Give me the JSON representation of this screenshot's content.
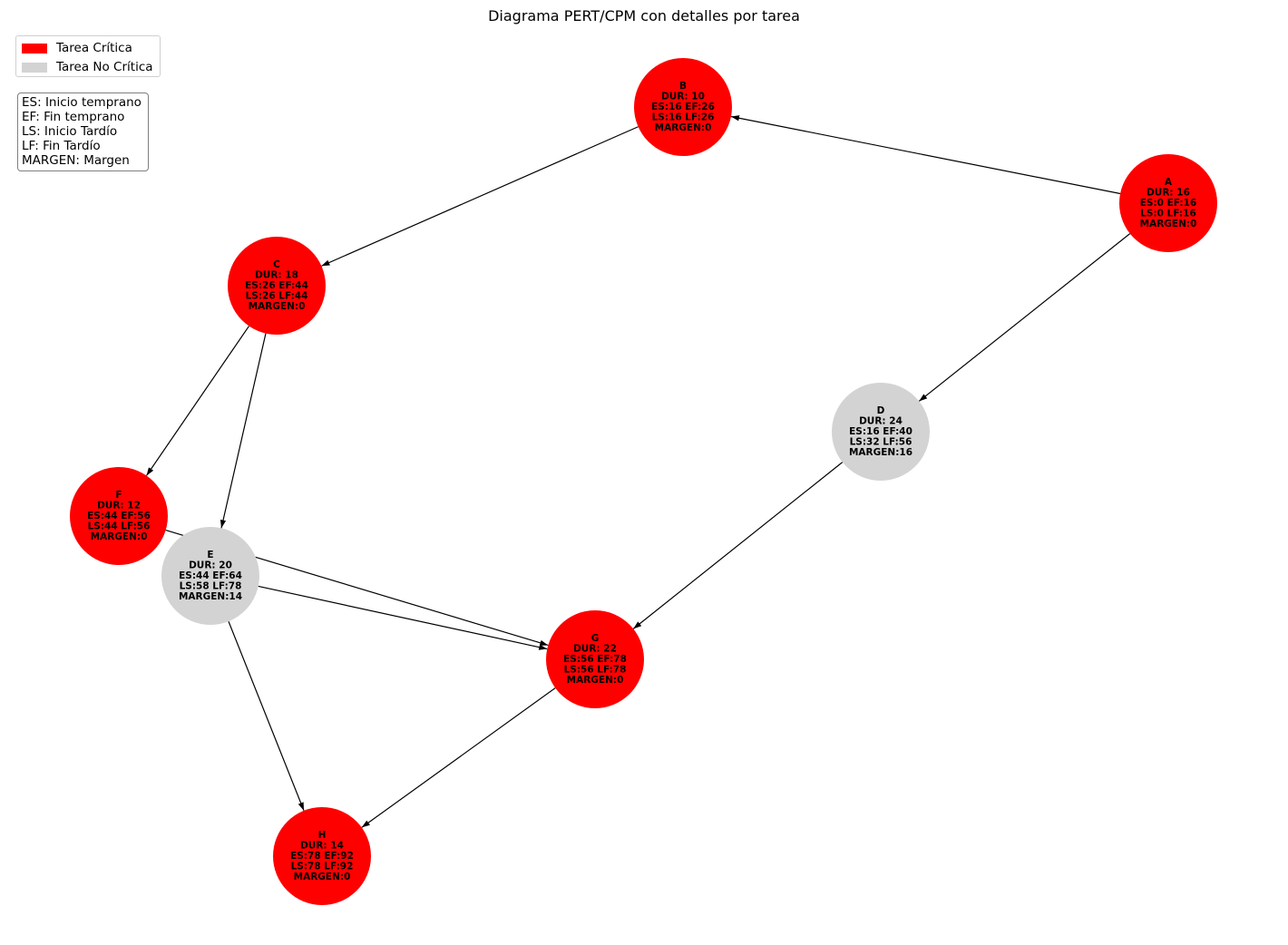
{
  "title": "Diagrama PERT/CPM con detalles por tarea",
  "legend": {
    "items": [
      {
        "label": "Tarea Crítica",
        "color": "#ff0000"
      },
      {
        "label": "Tarea No Crítica",
        "color": "#d3d3d3"
      }
    ]
  },
  "abbreviations": [
    "ES: Inicio temprano",
    "EF: Fin temprano",
    "LS: Inicio Tardío",
    "LF: Fin Tardío",
    "MARGEN: Margen"
  ],
  "colors": {
    "critical": "#ff0000",
    "noncritical": "#d3d3d3",
    "edge": "#000000"
  },
  "nodes": [
    {
      "id": "A",
      "critical": true,
      "lines": [
        "A",
        "DUR: 16",
        "ES:0 EF:16",
        "LS:0 LF:16",
        "MARGEN:0"
      ]
    },
    {
      "id": "B",
      "critical": true,
      "lines": [
        "B",
        "DUR: 10",
        "ES:16 EF:26",
        "LS:16 LF:26",
        "MARGEN:0"
      ]
    },
    {
      "id": "C",
      "critical": true,
      "lines": [
        "C",
        "DUR: 18",
        "ES:26 EF:44",
        "LS:26 LF:44",
        "MARGEN:0"
      ]
    },
    {
      "id": "D",
      "critical": false,
      "lines": [
        "D",
        "DUR: 24",
        "ES:16 EF:40",
        "LS:32 LF:56",
        "MARGEN:16"
      ]
    },
    {
      "id": "E",
      "critical": false,
      "lines": [
        "E",
        "DUR: 20",
        "ES:44 EF:64",
        "LS:58 LF:78",
        "MARGEN:14"
      ]
    },
    {
      "id": "F",
      "critical": true,
      "lines": [
        "F",
        "DUR: 12",
        "ES:44 EF:56",
        "LS:44 LF:56",
        "MARGEN:0"
      ]
    },
    {
      "id": "G",
      "critical": true,
      "lines": [
        "G",
        "DUR: 22",
        "ES:56 EF:78",
        "LS:56 LF:78",
        "MARGEN:0"
      ]
    },
    {
      "id": "H",
      "critical": true,
      "lines": [
        "H",
        "DUR: 14",
        "ES:78 EF:92",
        "LS:78 LF:92",
        "MARGEN:0"
      ]
    }
  ],
  "edges": [
    {
      "from": "A",
      "to": "B"
    },
    {
      "from": "A",
      "to": "D"
    },
    {
      "from": "B",
      "to": "C"
    },
    {
      "from": "C",
      "to": "F"
    },
    {
      "from": "C",
      "to": "E"
    },
    {
      "from": "F",
      "to": "G"
    },
    {
      "from": "E",
      "to": "G"
    },
    {
      "from": "E",
      "to": "H"
    },
    {
      "from": "D",
      "to": "G"
    },
    {
      "from": "G",
      "to": "H"
    }
  ]
}
